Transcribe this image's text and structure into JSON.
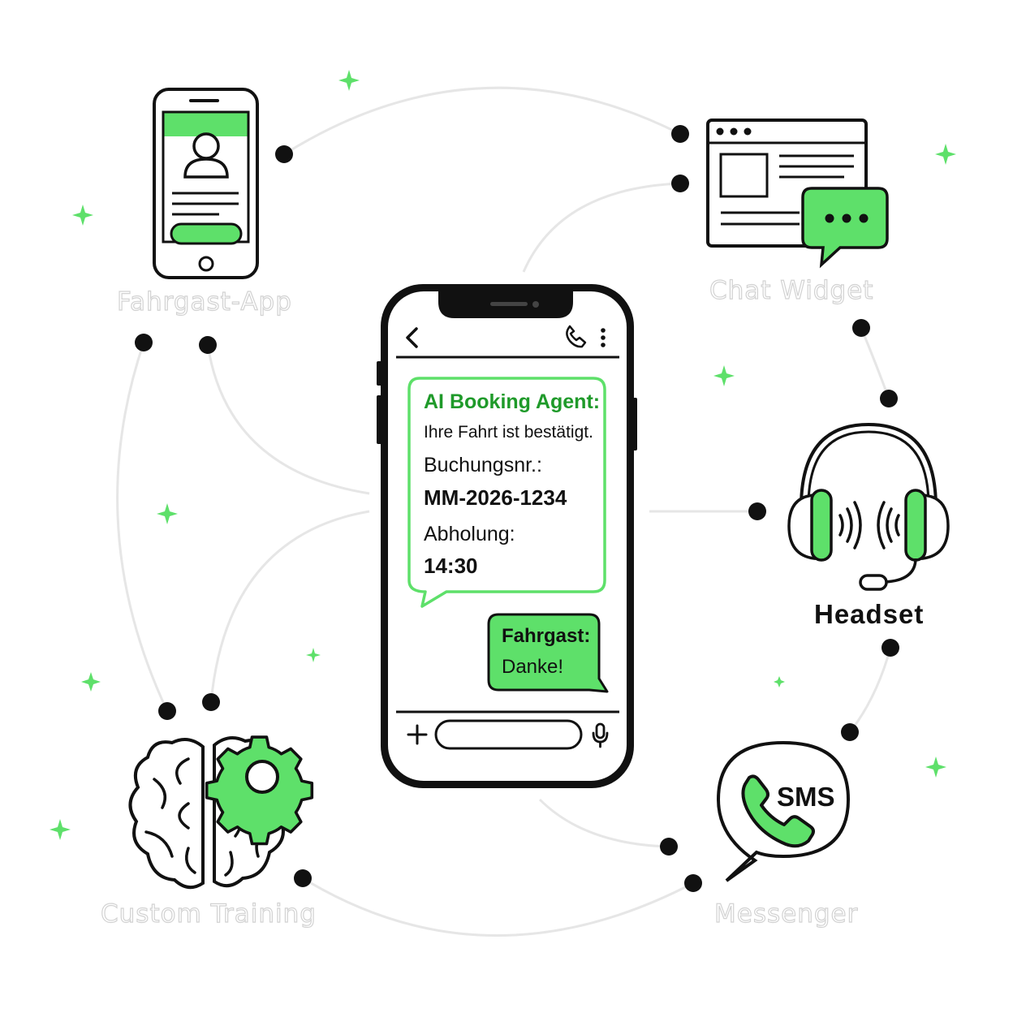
{
  "nodes": {
    "app": {
      "label": "Fahrgast-App"
    },
    "widget": {
      "label": "Chat Widget"
    },
    "headset": {
      "label": "Headset"
    },
    "messenger": {
      "label": "Messenger",
      "sms": "SMS"
    },
    "training": {
      "label": "Custom Training"
    }
  },
  "chat": {
    "agent_title": "AI Booking Agent:",
    "agent_line1": "Ihre Fahrt ist bestätigt.",
    "booking_label": "Buchungsnr.:",
    "booking_value": "MM-2026-1234",
    "pickup_label": "Abholung:",
    "pickup_value": "14:30",
    "user_title": "Fahrgast:",
    "user_text": "Danke!"
  },
  "colors": {
    "accent": "#5ee06a",
    "accent_text": "#1f9a2a",
    "outline": "#111111",
    "connector": "#e6e6e6"
  },
  "icons": [
    "back-arrow-icon",
    "phone-icon",
    "more-icon",
    "plus-icon",
    "microphone-icon",
    "user-icon",
    "typing-dots-icon",
    "sound-waves-icon",
    "gear-icon",
    "phone-handset-icon",
    "sparkle-icon"
  ]
}
